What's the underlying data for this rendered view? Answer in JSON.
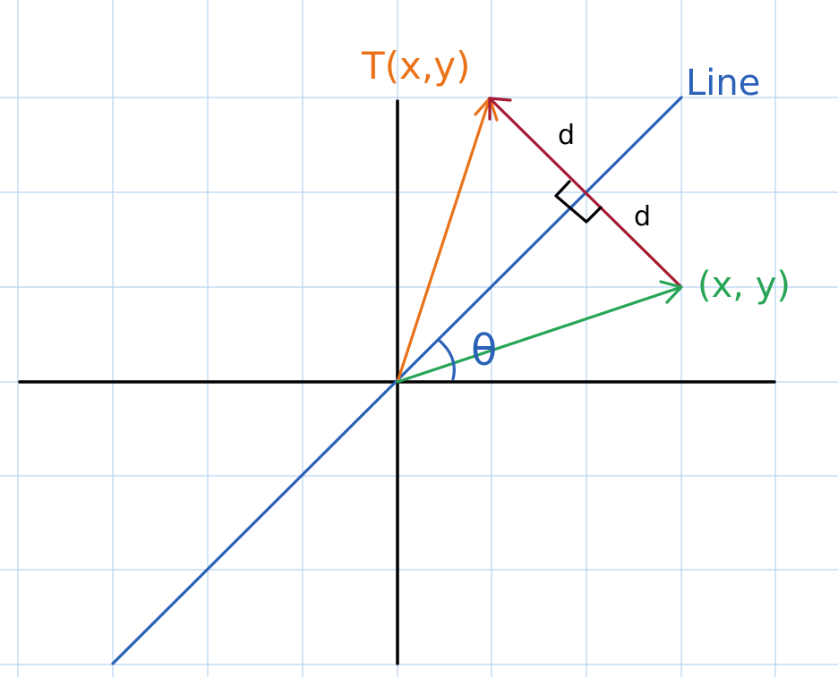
{
  "labels": {
    "image_label": "T(x,y)",
    "point_label": "(x, y)",
    "line_label": "Line",
    "angle_label": "θ",
    "distance_upper": "d",
    "distance_lower": "d"
  },
  "colors": {
    "background": "#ffffff",
    "grid": "#b6d3f0",
    "axes": "#000000",
    "line": "#2b62b8",
    "image_vector": "#ea7218",
    "point_vector": "#27a455",
    "distance_segment": "#a61c34",
    "right_angle_mark": "#000000"
  }
}
